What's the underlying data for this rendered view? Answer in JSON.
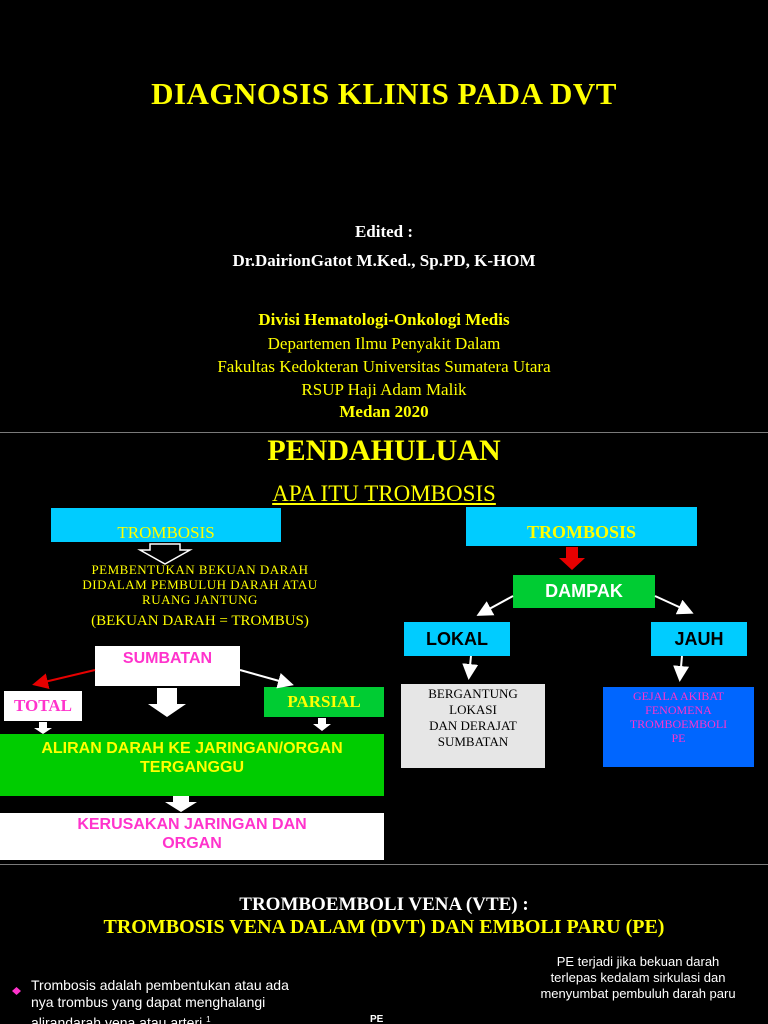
{
  "slide1": {
    "title": "DIAGNOSIS KLINIS PADA DVT",
    "edited_label": "Edited :",
    "author": "Dr.DairionGatot  M.Ked.,  Sp.PD, K-HOM",
    "division": "Divisi Hematologi-Onkologi Medis",
    "department": "Departemen Ilmu Penyakit Dalam",
    "faculty": "Fakultas Kedokteran  Universitas Sumatera Utara",
    "hospital": "RSUP  Haji  Adam Malik",
    "city_year": "Medan  2020"
  },
  "slide2": {
    "title": "PENDAHULUAN",
    "subtitle": "APA ITU TROMBOSIS",
    "left_box": "TROMBOSIS",
    "definition_line1": "PEMBENTUKAN BEKUAN DARAH",
    "definition_line2": "DIDALAM PEMBULUH DARAH      ATAU",
    "definition_line3": "RUANG JANTUNG",
    "bekuan_line": "(BEKUAN DARAH = TROMBUS)",
    "sumbatan": "SUMBATAN",
    "total": "TOTAL",
    "parsial": "PARSIAL",
    "aliran_line1": "ALIRAN DARAH KE JARINGAN/ORGAN",
    "aliran_line2": "TERGANGGU",
    "kerusakan_line1": "KERUSAKAN  JARINGAN DAN",
    "kerusakan_line2": "ORGAN",
    "right_box": "TROMBOSIS",
    "dampak": "DAMPAK",
    "lokal": "LOKAL",
    "jauh": "JAUH",
    "lokal_desc": [
      "BERGANTUNG",
      "LOKASI",
      "DAN DERAJAT",
      "SUMBATAN"
    ],
    "jauh_desc": [
      "GEJALA AKIBAT",
      "FENOMENA",
      "TROMBOEMBOLI",
      "PE"
    ],
    "colors": {
      "cyan": "#00ccff",
      "green": "#00cc33",
      "yellow": "#ffff00",
      "magenta": "#ff33cc",
      "red": "#e60000",
      "blue": "#0066ff"
    }
  },
  "slide3": {
    "title_line1": "TROMBOEMBOLI VENA (VTE) :",
    "title_line2": "TROMBOSIS VENA DALAM (DVT) DAN EMBOLI PARU (PE)",
    "bullet_lines": [
      "Trombosis adalah pembentukan atau ada",
      "nya trombus yang dapat menghalangi",
      "alirandarah vena atau arteri."
    ],
    "footnote_mark": "1",
    "pe_note_lines": [
      "PE terjadi jika bekuan darah",
      "terlepas kedalam sirkulasi dan",
      "menyumbat  pembuluh darah paru"
    ],
    "pe_label": "PE"
  }
}
